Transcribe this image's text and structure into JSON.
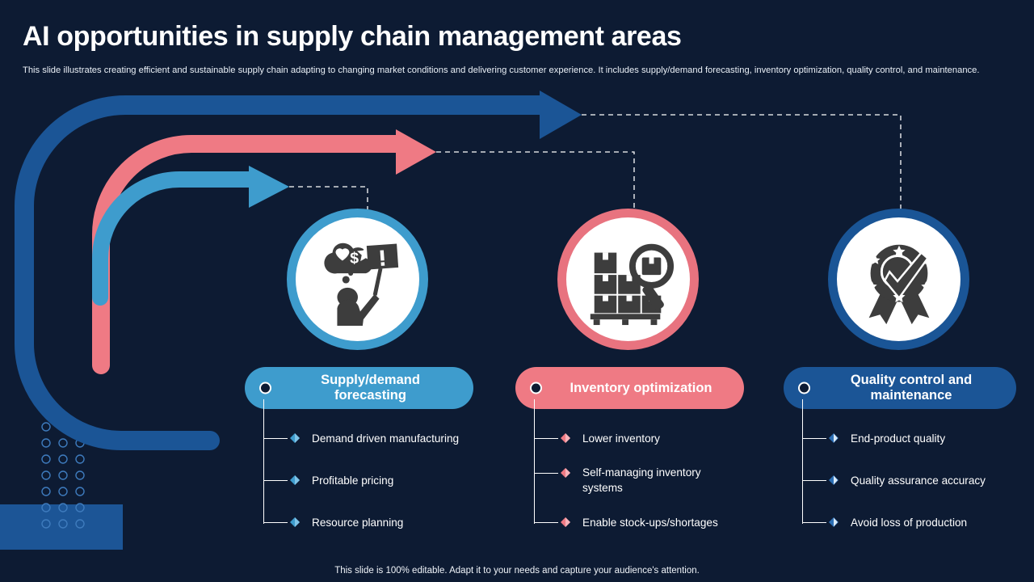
{
  "slide": {
    "title": "AI opportunities in supply chain management areas",
    "subtitle": "This slide illustrates creating efficient and sustainable supply chain adapting to changing market conditions and delivering customer experience. It includes supply/demand forecasting, inventory optimization, quality control, and maintenance.",
    "footer": "This slide is 100% editable. Adapt it to your needs and capture your audience's attention.",
    "background_color": "#0d1b33"
  },
  "colors": {
    "light_blue": "#3e9ccd",
    "pink": "#ef7a84",
    "dark_blue": "#1b5596",
    "mid_blue": "#1c5596",
    "white": "#ffffff",
    "background": "#0d1b33"
  },
  "flow_arrows": [
    {
      "name": "outer-dark-blue-arrow",
      "color": "#1b5596",
      "target": "Quality control and maintenance"
    },
    {
      "name": "middle-pink-arrow",
      "color": "#ef7a84",
      "target": "Inventory optimization"
    },
    {
      "name": "inner-light-blue-arrow",
      "color": "#3e9ccd",
      "target": "Supply/demand forecasting"
    }
  ],
  "columns": [
    {
      "id": "supply-demand-forecasting",
      "label": "Supply/demand\nforecasting",
      "accent": "#3e9ccd",
      "icon": "demand-forecast-person-icon",
      "bullets": [
        "Demand driven manufacturing",
        "Profitable pricing",
        "Resource planning"
      ]
    },
    {
      "id": "inventory-optimization",
      "label": "Inventory optimization",
      "accent": "#ef7a84",
      "icon": "boxes-magnifier-icon",
      "bullets": [
        "Lower inventory",
        "Self-managing inventory\nsystems",
        "Enable stock-ups/shortages"
      ]
    },
    {
      "id": "quality-control-and-maintenance",
      "label": "Quality control and\nmaintenance",
      "accent": "#1b5596",
      "icon": "quality-badge-check-icon",
      "bullets": [
        "End-product quality",
        "Quality assurance accuracy",
        "Avoid loss of production"
      ]
    }
  ],
  "decorations": {
    "dot_grid": {
      "name": "dot-grid-decoration",
      "rows": 7,
      "cols": 3
    },
    "corner_rectangle": {
      "name": "corner-rectangle-decoration",
      "color": "#1c5596"
    }
  }
}
